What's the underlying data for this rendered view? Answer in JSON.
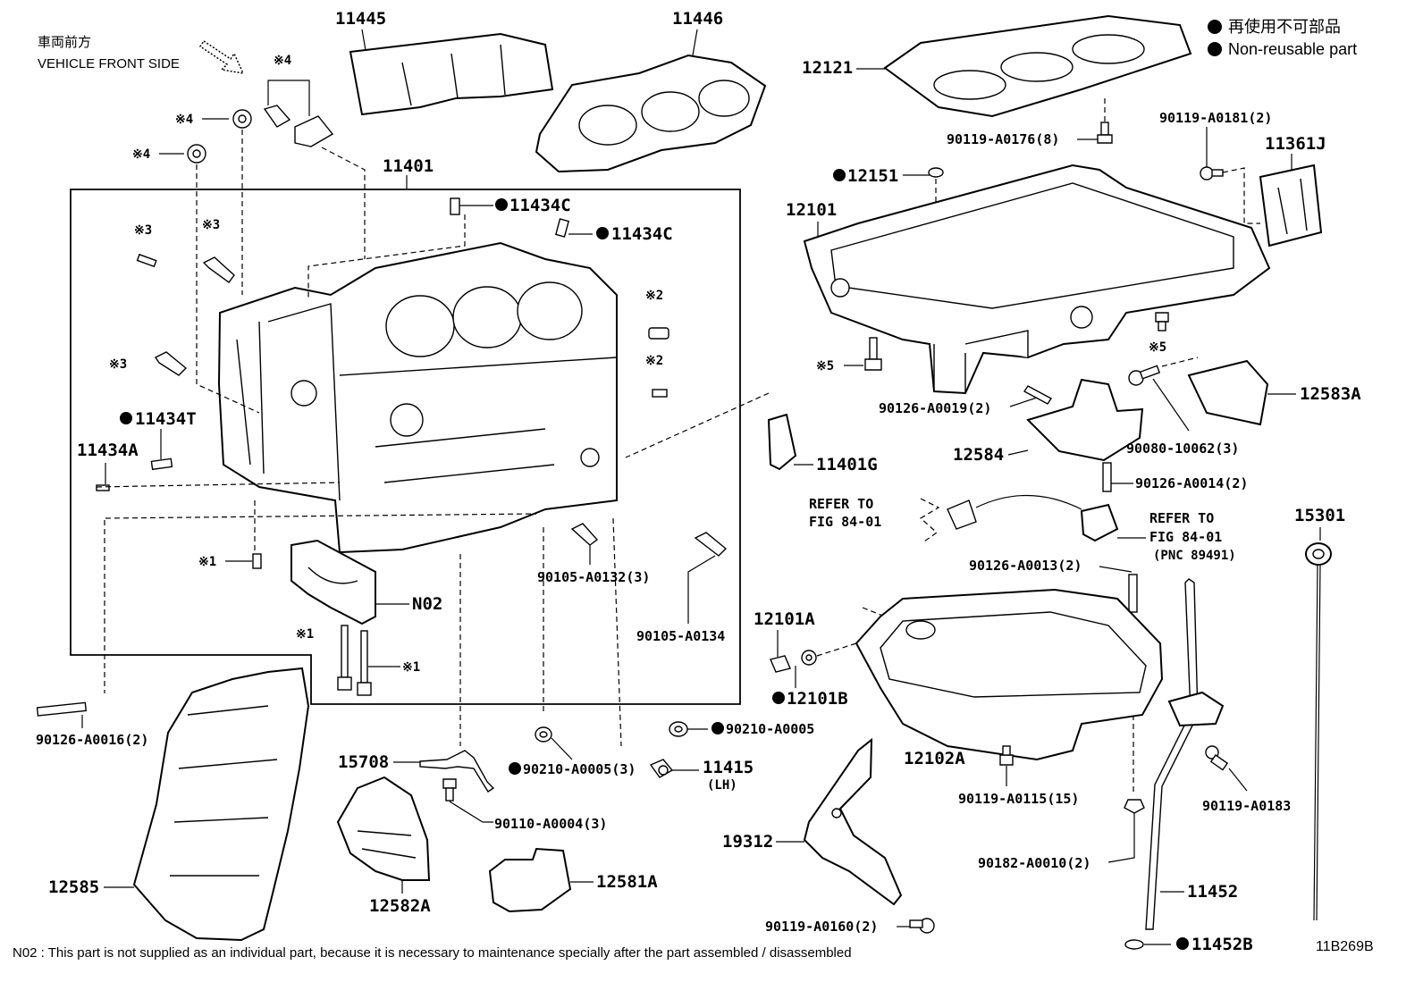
{
  "header": {
    "front_jp": "車両前方",
    "front_en": "VEHICLE FRONT SIDE",
    "legend_jp": "再使用不可部品",
    "legend_en": "Non-reusable part"
  },
  "callouts": {
    "c11445": "11445",
    "c11446": "11446",
    "c12121": "12121",
    "c90119_a0176": "90119-A0176(8)",
    "c90119_a0181": "90119-A0181(2)",
    "c11361j": "11361J",
    "c12151": "12151",
    "c12101": "12101",
    "c11401": "11401",
    "c11434c_1": "11434C",
    "c11434c_2": "11434C",
    "c11434t": "11434T",
    "c11434a": "11434A",
    "c11401g": "11401G",
    "c90126_a0019": "90126-A0019(2)",
    "c12584": "12584",
    "c90080_10062": "90080-10062(3)",
    "c12583a": "12583A",
    "c90126_a0014": "90126-A0014(2)",
    "refer1_a": "REFER TO",
    "refer1_b": "FIG 84-01",
    "refer2_a": "REFER TO",
    "refer2_b": "FIG 84-01",
    "refer2_c": "(PNC 89491)",
    "c15301": "15301",
    "c90126_a0013": "90126-A0013(2)",
    "c12101a": "12101A",
    "c12101b": "12101B",
    "c12102a": "12102A",
    "c90119_a0115": "90119-A0115(15)",
    "c90119_a0183": "90119-A0183",
    "c90182_a0010": "90182-A0010(2)",
    "c11452": "11452",
    "c11452b": "11452B",
    "c19312": "19312",
    "c90119_a0160": "90119-A0160(2)",
    "c90105_a0132": "90105-A0132(3)",
    "c90105_a0134": "90105-A0134",
    "c90210_a0005_1": "90210-A0005",
    "c90210_a0005_3": "90210-A0005(3)",
    "c11415": "11415",
    "c11415_side": "(LH)",
    "cN02": "N02",
    "c15708": "15708",
    "c90110_a0004": "90110-A0004(3)",
    "c12585": "12585",
    "c12582a": "12582A",
    "c12581a": "12581A",
    "c90126_a0016": "90126-A0016(2)",
    "m4a": "※4",
    "m4b": "※4",
    "m4c": "※4",
    "m3a": "※3",
    "m3b": "※3",
    "m3c": "※3",
    "m2a": "※2",
    "m2b": "※2",
    "m1a": "※1",
    "m1b": "※1",
    "m1c": "※1",
    "m5a": "※5",
    "m5b": "※5"
  },
  "footer": {
    "note": "N02 : This part is not supplied as an individual part, because it is necessary to maintenance specially after the part assembled / disassembled",
    "figure_id": "11B269B"
  }
}
